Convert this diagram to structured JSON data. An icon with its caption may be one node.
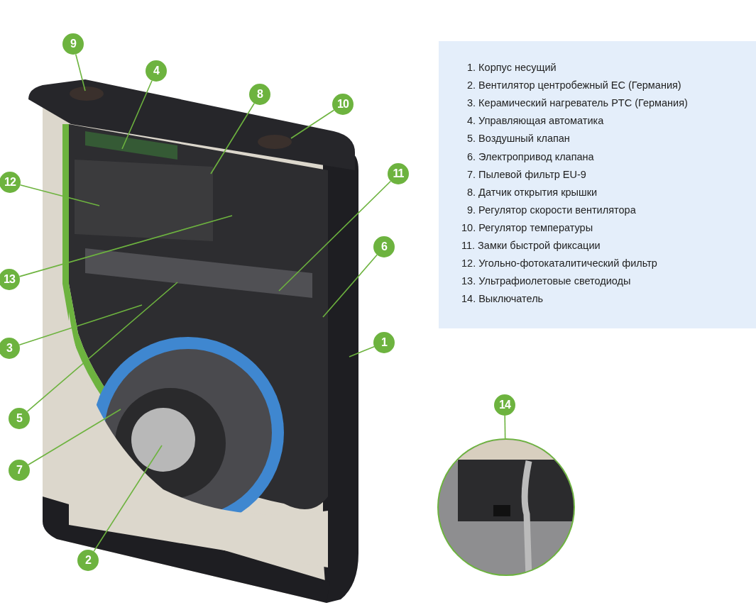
{
  "diagram": {
    "nodes": [
      {
        "text": [
          "9"
        ]
      },
      {
        "text": [
          "4"
        ]
      },
      {
        "text": [
          "8"
        ]
      },
      {
        "text": [
          "10"
        ]
      },
      {
        "text": [
          "12"
        ]
      },
      {
        "text": [
          "11"
        ]
      },
      {
        "text": [
          "6"
        ]
      },
      {
        "text": [
          "13"
        ]
      },
      {
        "text": [
          "3"
        ]
      },
      {
        "text": [
          "1"
        ]
      },
      {
        "text": [
          "5"
        ]
      },
      {
        "text": [
          "7"
        ]
      },
      {
        "text": [
          "2"
        ]
      },
      {
        "text": [
          "14"
        ]
      },
      {
        "text": [],
        "shape": "picture"
      }
    ],
    "edges": [
      {
        "from": 0,
        "to": null,
        "arrow": "none"
      },
      {
        "from": 1,
        "to": null,
        "arrow": "none"
      },
      {
        "from": 2,
        "to": null,
        "arrow": "none"
      },
      {
        "from": 3,
        "to": null,
        "arrow": "none"
      },
      {
        "from": 4,
        "to": null,
        "arrow": "none"
      },
      {
        "from": 5,
        "to": null,
        "arrow": "none"
      },
      {
        "from": 6,
        "to": null,
        "arrow": "none"
      },
      {
        "from": 7,
        "to": null,
        "arrow": "none"
      },
      {
        "from": 8,
        "to": null,
        "arrow": "none"
      },
      {
        "from": 9,
        "to": null,
        "arrow": "none"
      },
      {
        "from": 10,
        "to": null,
        "arrow": "none"
      },
      {
        "from": 11,
        "to": null,
        "arrow": "none"
      },
      {
        "from": 12,
        "to": null,
        "arrow": "none"
      },
      {
        "from": 13,
        "to": 14,
        "arrow": "none"
      }
    ],
    "labels": [
      "1. Корпус несущий",
      "2. Вентилятор центробежный ЕС (Германия)",
      "3. Керамический нагреватель PTC (Германия)",
      "4. Управляющая автоматика",
      "5. Воздушный клапан",
      "6. Электропривод клапана",
      "7. Пылевой фильтр EU-9",
      "8. Датчик открытия крышки",
      "9. Регулятор скорости вентилятора",
      "10. Регулятор температуры",
      "11. Замки быстрой фиксации",
      "12. Угольно-фотокаталитический фильтр",
      "13. Ультрафиолетовые светодиоды",
      "14. Выключатель"
    ]
  }
}
